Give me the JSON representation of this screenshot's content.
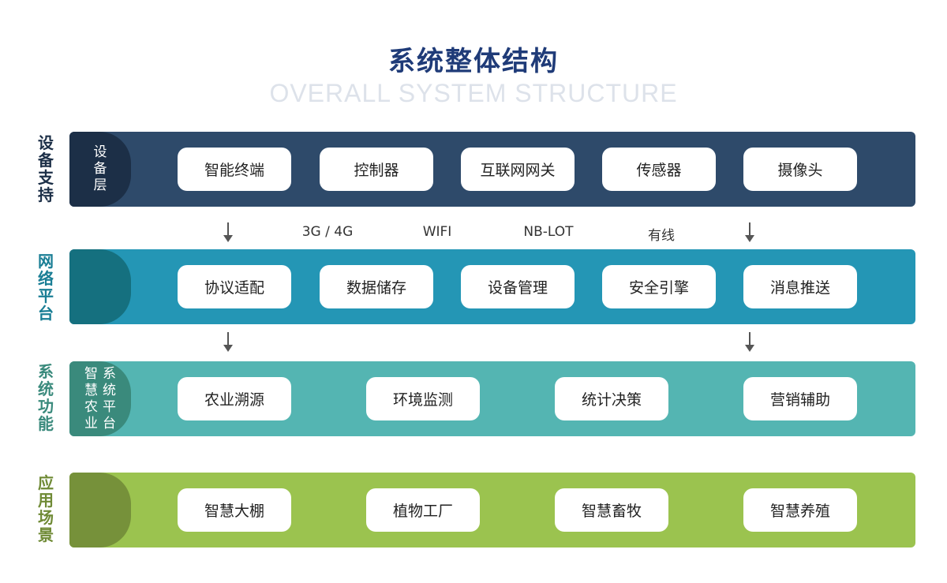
{
  "title": "系统整体结构",
  "subtitle": "OVERALL SYSTEM STRUCTURE",
  "colors": {
    "title": "#1f3b78",
    "layer1": "#2e4a6a",
    "layer1_tag": "#1c2f47",
    "layer1_label": "#1c2f47",
    "layer2": "#2496b5",
    "layer2_tag": "#15707f",
    "layer2_label": "#1a7e95",
    "layer3": "#54b5b2",
    "layer3_tag": "#3a8a7c",
    "layer3_label": "#3a8a7c",
    "layer4": "#9bc34f",
    "layer4_tag": "#76913a",
    "layer4_label": "#6f8a35"
  },
  "layers": [
    {
      "side_label": [
        "设",
        "备",
        "支",
        "持"
      ],
      "tag": [
        "设",
        "备",
        "层"
      ],
      "items": [
        "智能终端",
        "控制器",
        "互联网网关",
        "传感器",
        "摄像头"
      ]
    },
    {
      "side_label": [
        "网",
        "络",
        "平",
        "台"
      ],
      "tag": [],
      "items": [
        "协议适配",
        "数据储存",
        "设备管理",
        "安全引擎",
        "消息推送"
      ]
    },
    {
      "side_label": [
        "系",
        "统",
        "功",
        "能"
      ],
      "tag_cols": [
        [
          "系",
          "统",
          "平",
          "台"
        ],
        [
          "智",
          "慧",
          "农",
          "业"
        ]
      ],
      "items": [
        "农业溯源",
        "环境监测",
        "统计决策",
        "营销辅助"
      ]
    },
    {
      "side_label": [
        "应",
        "用",
        "场",
        "景"
      ],
      "tag": [],
      "items": [
        "智慧大棚",
        "植物工厂",
        "智慧畜牧",
        "智慧养殖"
      ]
    }
  ],
  "network_labels": [
    "3G / 4G",
    "WIFI",
    "NB-LOT",
    "有线"
  ],
  "icons": [
    "down-arrow-icon"
  ]
}
